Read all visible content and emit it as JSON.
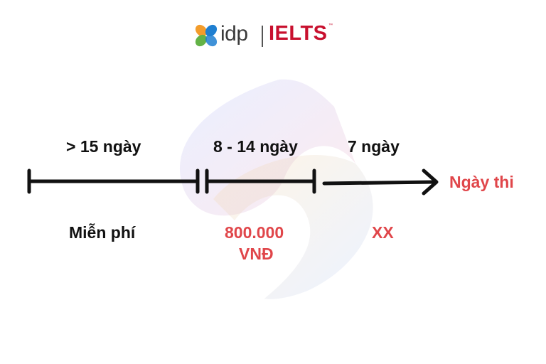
{
  "logo": {
    "idp_text": "idp",
    "ielts_text": "IELTS",
    "trademark": "™",
    "brand_color": "#c8102e"
  },
  "timeline": {
    "periods": [
      {
        "duration": "> 15 ngày",
        "fee": "Miễn phí"
      },
      {
        "duration": "8 - 14 ngày",
        "fee_line1": "800.000",
        "fee_line2": "VNĐ"
      },
      {
        "duration": "7 ngày",
        "fee": "XX"
      }
    ],
    "end_label": "Ngày thi"
  },
  "colors": {
    "line": "#111111",
    "accent_red": "#e0464a",
    "text": "#111111"
  }
}
